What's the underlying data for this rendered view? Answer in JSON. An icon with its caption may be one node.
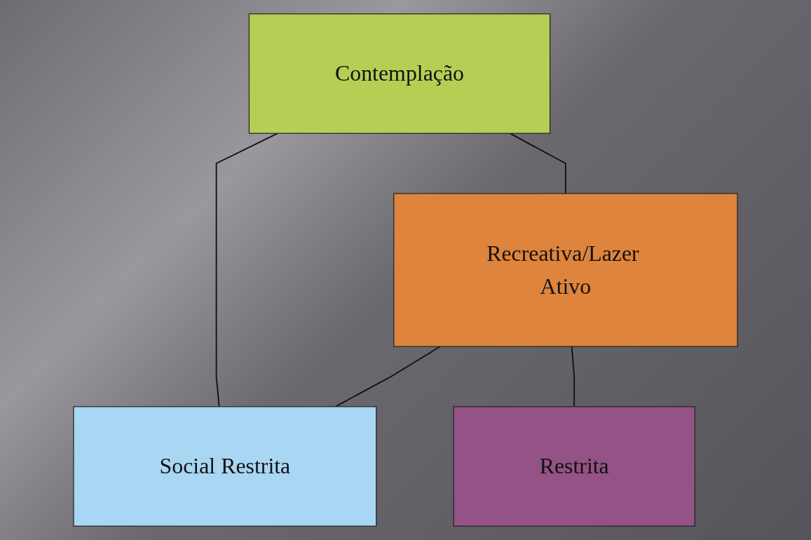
{
  "diagram": {
    "nodes": [
      {
        "text": [
          "Contemplação"
        ]
      },
      {
        "text": [
          "Recreativa/Lazer Ativo"
        ]
      },
      {
        "text": [
          "Social Restrita"
        ]
      },
      {
        "text": [
          "Restrita"
        ]
      }
    ],
    "edges": [
      {
        "from": 0,
        "to": 1,
        "arrow": "none"
      },
      {
        "from": 0,
        "to": 2,
        "arrow": "none"
      },
      {
        "from": 1,
        "to": 2,
        "arrow": "none"
      },
      {
        "from": 1,
        "to": 3,
        "arrow": "none"
      }
    ]
  }
}
